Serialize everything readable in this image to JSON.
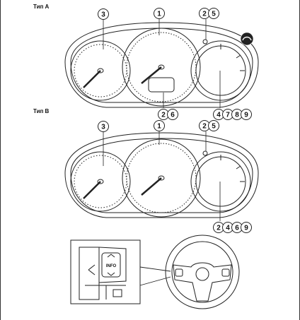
{
  "panel_a": {
    "label": "Тип А"
  },
  "panel_b": {
    "label": "Тип В"
  },
  "callouts_a": [
    "3",
    "1",
    "2",
    "5",
    "2",
    "6",
    "4",
    "7",
    "8",
    "9"
  ],
  "callouts_b": [
    "3",
    "1",
    "2",
    "5",
    "2",
    "4",
    "6",
    "9"
  ],
  "switch_panel": {
    "info_label": "INFO"
  },
  "colors": {
    "line": "#222222",
    "background": "#ffffff"
  }
}
